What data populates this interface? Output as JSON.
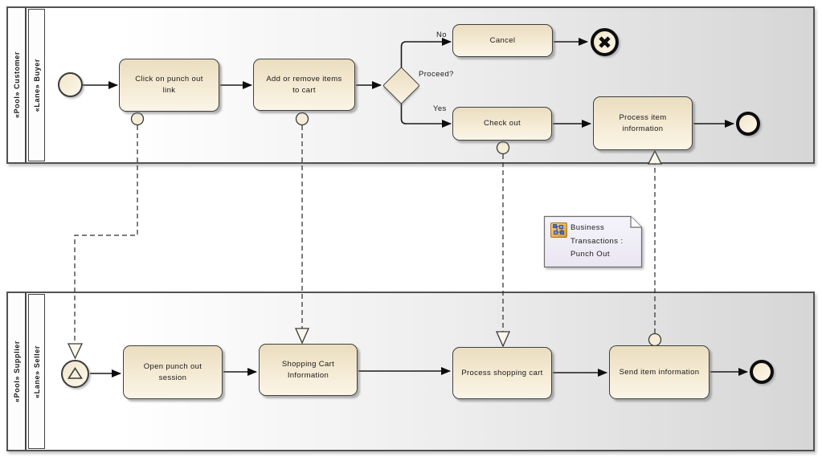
{
  "pools": {
    "customer": {
      "pool_label": "«Pool» Customer",
      "lane_label": "«Lane» Buyer"
    },
    "supplier": {
      "pool_label": "«Pool» Supplier",
      "lane_label": "«Lane» Seller"
    }
  },
  "buyer_flow": {
    "task_click": {
      "label": "Click on punch out link"
    },
    "task_add_remove": {
      "label": "Add or remove items to cart"
    },
    "gateway": {
      "label": "Proceed?"
    },
    "edge_no": {
      "label": "No"
    },
    "edge_yes": {
      "label": "Yes"
    },
    "task_cancel": {
      "label": "Cancel"
    },
    "task_checkout": {
      "label": "Check out"
    },
    "task_process_item": {
      "label": "Process item information"
    }
  },
  "seller_flow": {
    "task_open_session": {
      "label": "Open punch out session"
    },
    "task_cart_info": {
      "label": "Shopping Cart Information"
    },
    "task_process_cart": {
      "label": "Process shopping cart"
    },
    "task_send_item": {
      "label": "Send item information"
    }
  },
  "note": {
    "text": "Business Transactions : Punch Out"
  },
  "colors": {
    "task_fill_top": "#EADDBF",
    "task_fill_bottom": "#FBF5E7",
    "task_border": "#3F3F3F",
    "pool_border": "#525252",
    "pool_gradient_right": "#D6D6D6",
    "note_fill": "#F0EDF7",
    "note_icon_orange": "#E8A33D",
    "note_icon_blue": "#4A6FD0",
    "line": "#1A1A1A"
  }
}
